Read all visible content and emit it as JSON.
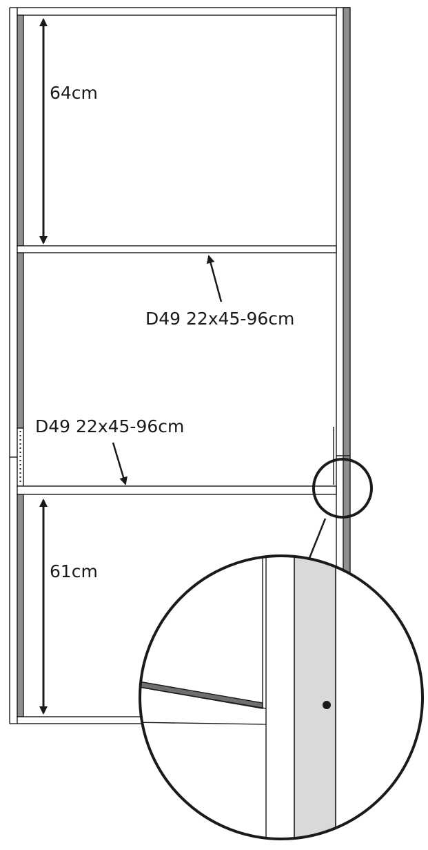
{
  "dimensions": {
    "upper_height": "64cm",
    "lower_height": "61cm"
  },
  "parts": {
    "upper_shelf": "D49 22x45-96cm",
    "lower_shelf": "D49 22x45-96cm"
  },
  "colors": {
    "line": "#1a1a1a",
    "side_panel_gray": "#8f8f8f",
    "detail_fill": "#d9d9d9",
    "detail_strip": "#6e6e6e",
    "background": "#ffffff"
  }
}
